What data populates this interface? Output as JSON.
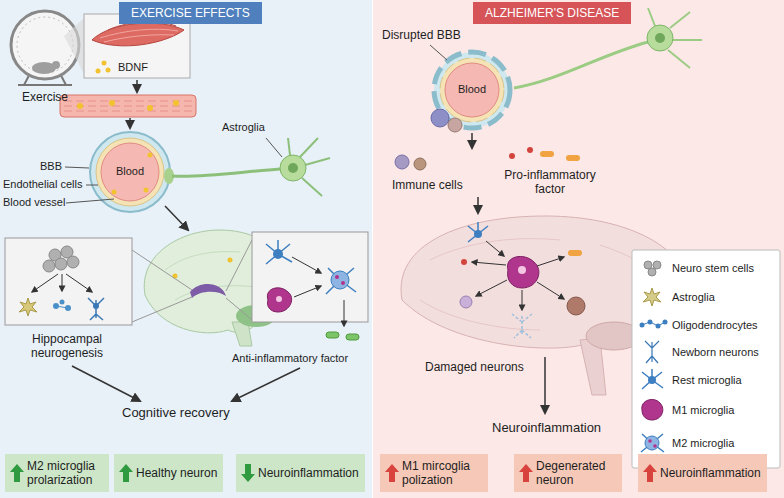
{
  "diagram": {
    "nodes": [
      {
        "text": [
          "EXERCISE EFFECTS"
        ]
      },
      {
        "text": [
          "ALZHEIMER'S DISEASE"
        ]
      },
      {
        "text": [
          "M2 microglia prolarization"
        ]
      },
      {
        "text": [
          "Healthy neuron"
        ]
      },
      {
        "text": [
          "Neuroinflammation"
        ]
      },
      {
        "text": [
          "M1 mircoglia polization"
        ]
      },
      {
        "text": [
          "Degenerated neuron"
        ]
      },
      {
        "text": [
          "Neuroinflammation"
        ]
      }
    ],
    "labels": [
      "Exercise",
      "BDNF",
      "BBB",
      "Endothelial cells",
      "Blood vessel",
      "Astroglia",
      "Blood",
      "Hippocampal neurogenesis",
      "Anti-inflammatory factor",
      "Cognitive recovery",
      "Disrupted BBB",
      "Blood",
      "Immune cells",
      "Pro-inflammatory factor",
      "Damaged neurons",
      "Neuroinflammation"
    ],
    "legend": [
      {
        "text": "Neuro stem cells"
      },
      {
        "text": "Astroglia"
      },
      {
        "text": "Oligodendrocytes"
      },
      {
        "text": "Newborn neurons"
      },
      {
        "text": "Rest microglia"
      },
      {
        "text": "M1 microglia"
      },
      {
        "text": "M2 microglia"
      }
    ]
  }
}
